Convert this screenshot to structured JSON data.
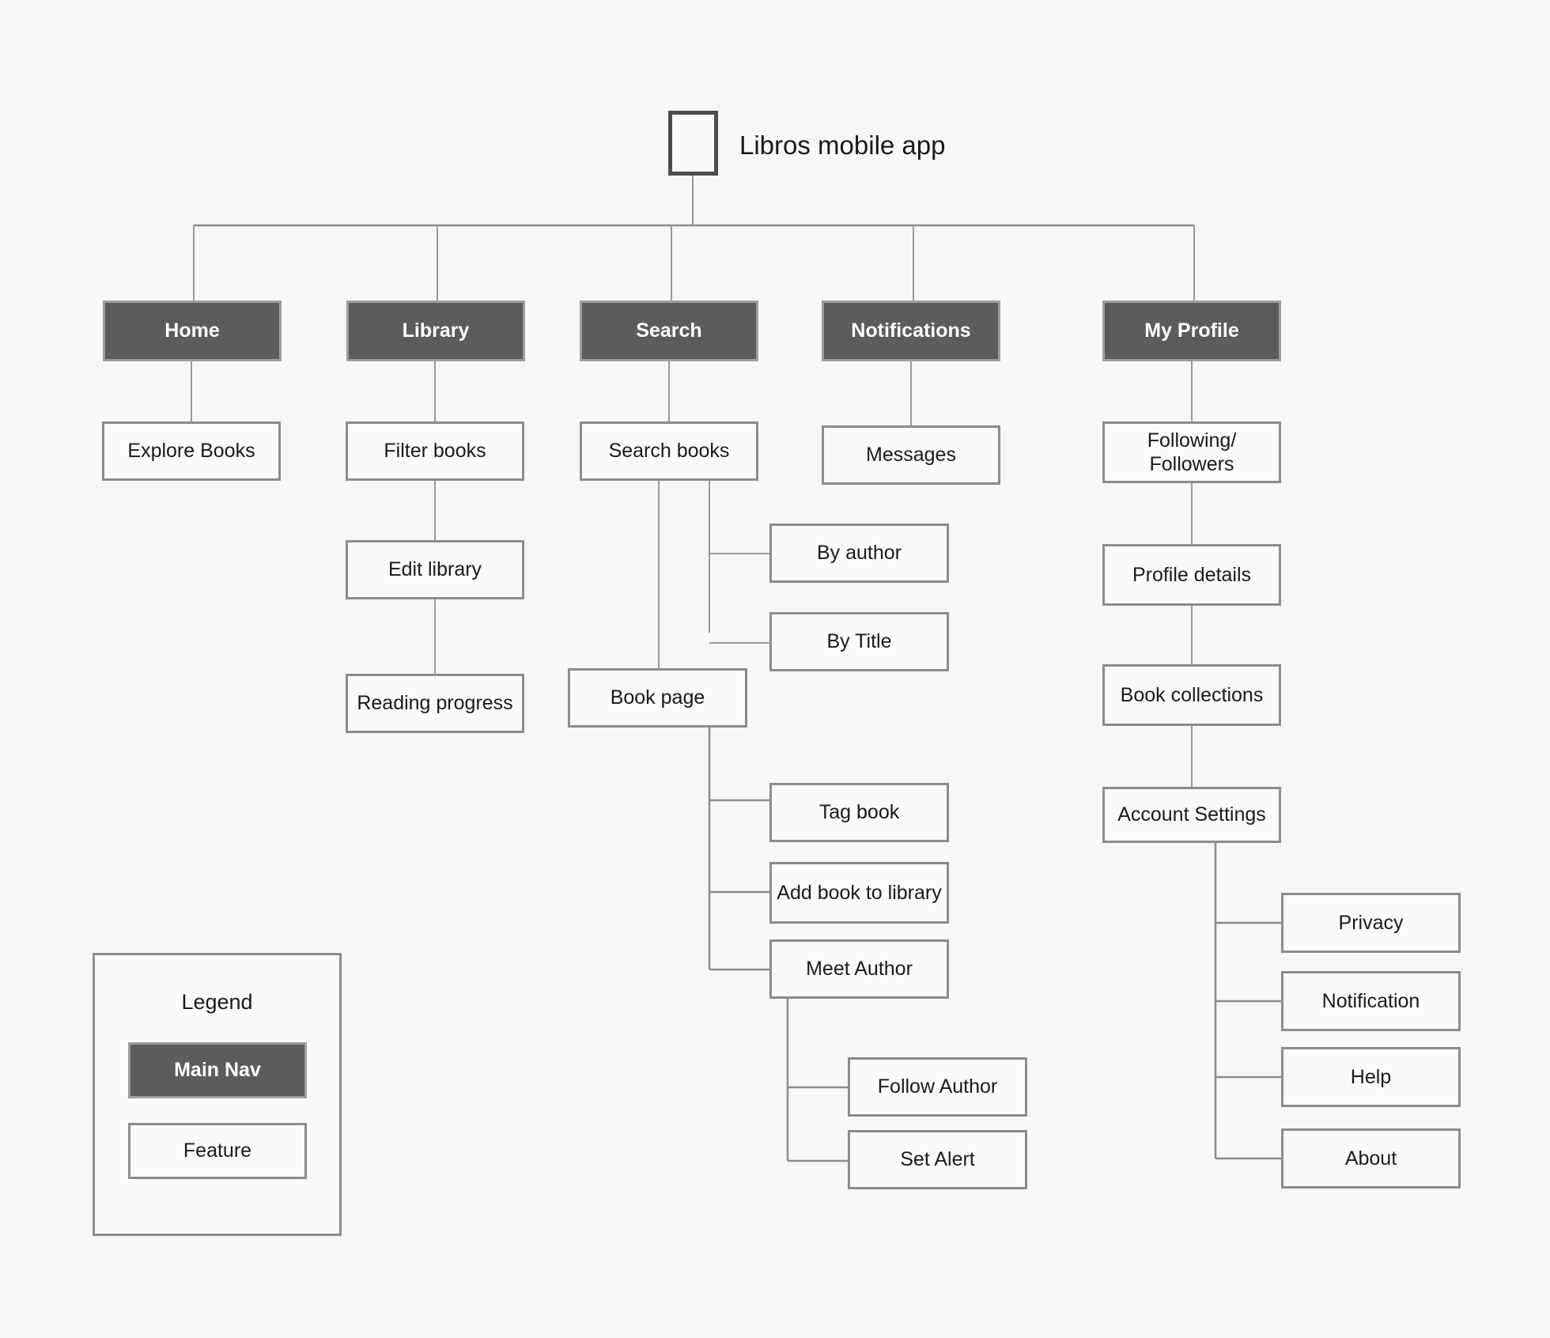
{
  "diagram": {
    "title": "Libros mobile app",
    "type": "sitemap",
    "background_color": "#f7f7f7",
    "root": {
      "label": "Libros mobile app",
      "icon": "app-frame-icon"
    },
    "main_nav": [
      {
        "id": "home",
        "label": "Home"
      },
      {
        "id": "library",
        "label": "Library"
      },
      {
        "id": "search",
        "label": "Search"
      },
      {
        "id": "notifications",
        "label": "Notifications"
      },
      {
        "id": "my-profile",
        "label": "My Profile"
      }
    ],
    "features": {
      "explore_books": "Explore Books",
      "filter_books": "Filter books",
      "edit_library": "Edit library",
      "reading_progress": "Reading progress",
      "search_books": "Search books",
      "by_author": "By author",
      "by_title": "By Title",
      "book_page": "Book page",
      "tag_book": "Tag book",
      "add_book_to_library": "Add book to library",
      "meet_author": "Meet Author",
      "follow_author": "Follow Author",
      "set_alert": "Set Alert",
      "messages": "Messages",
      "following_followers": "Following/ Followers",
      "profile_details": "Profile details",
      "book_collections": "Book collections",
      "account_settings": "Account Settings",
      "privacy": "Privacy",
      "notification": "Notification",
      "help": "Help",
      "about": "About"
    },
    "legend": {
      "title": "Legend",
      "items": [
        {
          "id": "main-nav",
          "label": "Main Nav",
          "style": "dark"
        },
        {
          "id": "feature",
          "label": "Feature",
          "style": "light"
        }
      ]
    },
    "colors": {
      "nav_fill": "#5c5c5c",
      "nav_text": "#ffffff",
      "feature_fill": "#fafafa",
      "border": "#8c8c8c",
      "connector": "#8c8c8c",
      "text": "#1a1a1a"
    }
  }
}
